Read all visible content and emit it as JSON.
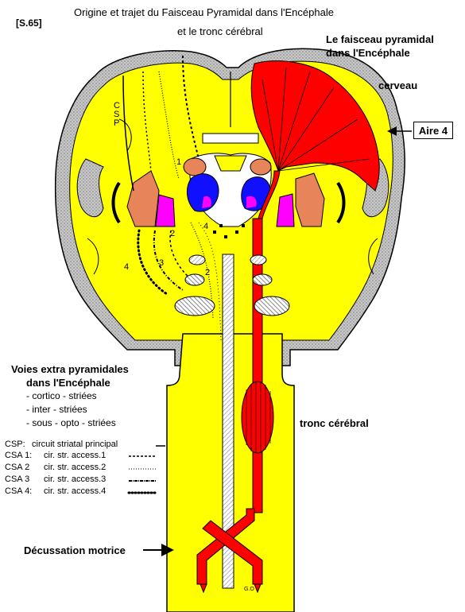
{
  "ref": "[S.65]",
  "title": {
    "line1": "Origine  et trajet du Faisceau Pyramidal dans l'Encéphale",
    "line2": "et le tronc cérébral"
  },
  "labels": {
    "fp_line1": "Le faisceau pyramidal",
    "fp_line2": "dans l'Encéphale",
    "cerveau": "cerveau",
    "aire4": "Aire 4",
    "tronc": "tronc cérébral",
    "decussation": "Décussation motrice",
    "csp_vertical": "C S P",
    "num1": "1",
    "num2": "2",
    "num2b": "2",
    "num3": "3",
    "num4": "4",
    "num4b": "4",
    "signature": "G.O"
  },
  "voies": {
    "heading1": "Voies extra pyramidales",
    "heading2": "dans l'Encéphale",
    "items": [
      "- cortico - striées",
      "- inter - striées",
      "- sous - opto - striées"
    ]
  },
  "legend": [
    {
      "code": "CSP:",
      "text": "circuit striatal principal",
      "style": "solid"
    },
    {
      "code": "CSA 1:",
      "text": "cir. str. access.1",
      "style": "dashed"
    },
    {
      "code": "CSA  2",
      "text": "cir. str. access.2",
      "style": "dotted"
    },
    {
      "code": "CSA 3",
      "text": "cir. str. access.3",
      "style": "dashdot"
    },
    {
      "code": "CSA 4:",
      "text": "cir. str. access.4",
      "style": "dots"
    }
  ],
  "colors": {
    "brain": "#ffff00",
    "cortex": "#c0c0c0",
    "pyramidal_tract": "#ff0000",
    "striatum": "#e8845a",
    "pallidum": "#ff00ff",
    "thalamus": "#1010ff",
    "outline": "#000000"
  }
}
